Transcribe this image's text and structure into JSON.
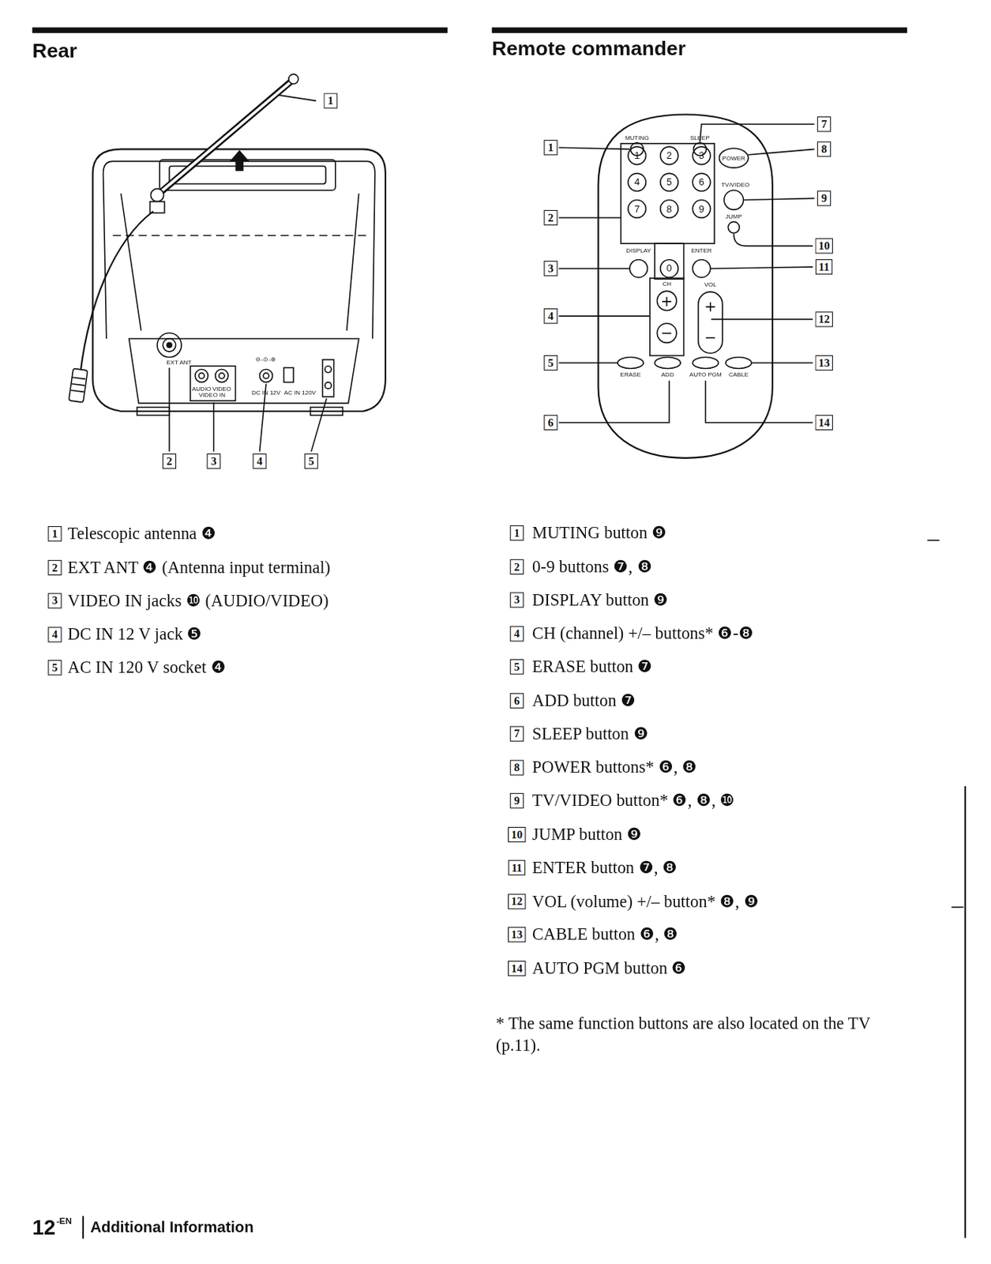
{
  "diagram": {
    "labels": [
      "Rear",
      "Remote commander",
      "1",
      "2",
      "3",
      "4",
      "5",
      "EXT ANT",
      "AUDIO",
      "VIDEO",
      "VIDEO IN",
      "⊖-⊙-⊕",
      "DC IN 12V",
      "AC IN 120V",
      "1",
      "2",
      "3",
      "4",
      "5",
      "6",
      "7",
      "8",
      "9",
      "10",
      "11",
      "12",
      "13",
      "14",
      "MUTING",
      "SLEEP",
      "POWER",
      "1",
      "2",
      "3",
      "4",
      "5",
      "6",
      "7",
      "8",
      "9",
      "0",
      "TV/VIDEO",
      "JUMP",
      "DISPLAY",
      "ENTER",
      "CH",
      "VOL",
      "+",
      "−",
      "+",
      "−",
      "ERASE",
      "ADD",
      "AUTO PGM",
      "CABLE",
      "1",
      "Telescopic antenna ❹",
      "2",
      "EXT ANT ❹ (Antenna input terminal)",
      "3",
      "VIDEO IN jacks ❿ (AUDIO/VIDEO)",
      "4",
      "DC IN 12 V jack ❺",
      "5",
      "AC IN 120 V socket ❹",
      "1",
      "MUTING button ❾",
      "2",
      "0-9 buttons ❼, ❽",
      "3",
      "DISPLAY button ❾",
      "4",
      "CH (channel) +/– buttons* ❻-❽",
      "5",
      "ERASE button ❼",
      "6",
      "ADD button ❼",
      "7",
      "SLEEP button ❾",
      "8",
      "POWER buttons* ❻, ❽",
      "9",
      "TV/VIDEO button* ❻, ❽, ❿",
      "10",
      "JUMP button ❾",
      "11",
      "ENTER button ❼, ❽",
      "12",
      "VOL (volume) +/– button* ❽, ❾",
      "13",
      "CABLE button ❻, ❽",
      "14",
      "AUTO PGM button ❻",
      "* The same function buttons are also located on the TV (p.11).",
      "12",
      "-EN",
      "Additional Information"
    ]
  }
}
